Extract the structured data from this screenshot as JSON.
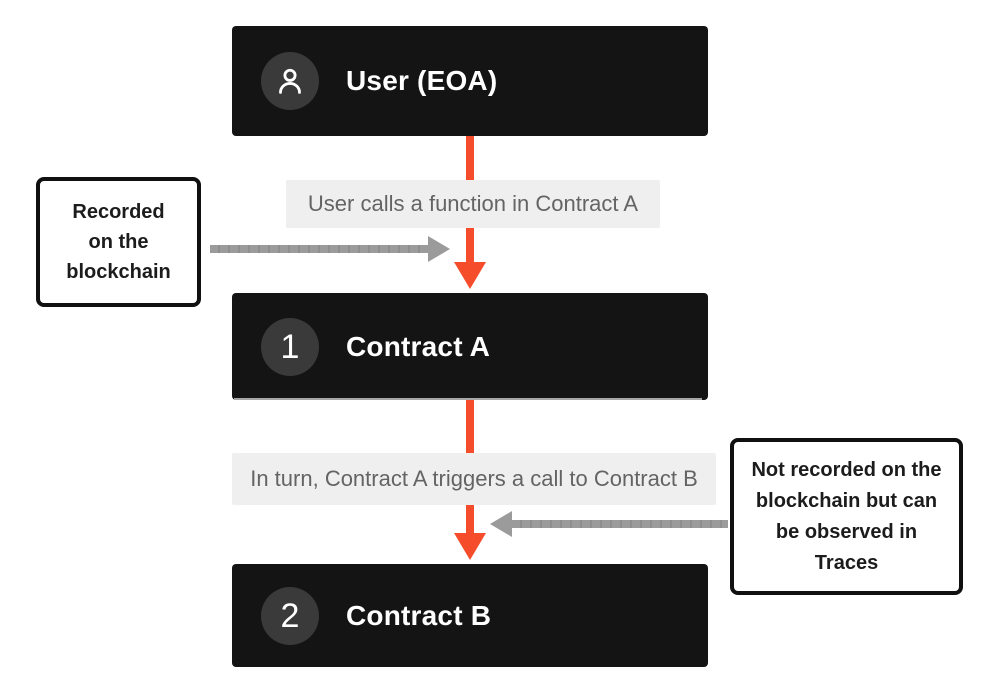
{
  "colors": {
    "node_bg": "#141414",
    "node_text": "#ffffff",
    "badge_bg": "#3a3a3a",
    "arrow_red": "#f54d2c",
    "arrow_gray": "#9b9b9b",
    "edge_label_bg": "#efefef",
    "edge_label_text": "#646464",
    "annotation_border": "#101010",
    "annotation_text": "#1c1c1c",
    "contract_a_divider": "#a6a6a6"
  },
  "nodes": {
    "user": {
      "title": "User (EOA)"
    },
    "contract_a": {
      "number": "1",
      "title": "Contract A"
    },
    "contract_b": {
      "number": "2",
      "title": "Contract B"
    }
  },
  "edges": {
    "user_to_contract_a": {
      "label": "User calls a function in Contract A"
    },
    "contract_a_to_contract_b": {
      "label": "In turn, Contract A triggers a call to Contract B"
    }
  },
  "annotations": {
    "recorded": {
      "text": "Recorded on the blockchain",
      "lines": [
        "Recorded",
        "on the",
        "blockchain"
      ]
    },
    "not_recorded": {
      "text": "Not recorded on the blockchain but can be observed in Traces",
      "lines": [
        "Not recorded on the",
        "blockchain but can",
        "be observed in",
        "Traces"
      ]
    }
  }
}
